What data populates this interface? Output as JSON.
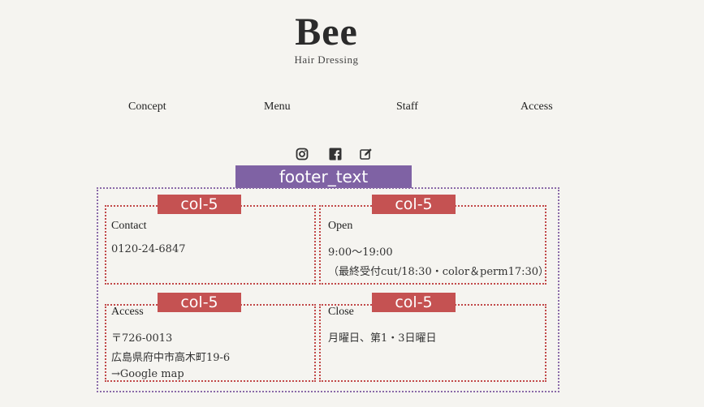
{
  "logo": {
    "title": "Bee",
    "subtitle": "Hair Dressing"
  },
  "nav": {
    "concept": "Concept",
    "menu": "Menu",
    "staff": "Staff",
    "access": "Access"
  },
  "social": {
    "icons": [
      "instagram-icon",
      "facebook-icon",
      "blog-icon"
    ]
  },
  "annotations": {
    "footer_text": "footer_text",
    "col": "col-5"
  },
  "footer": {
    "contact": {
      "title": "Contact",
      "phone": "0120-24-6847"
    },
    "open": {
      "title": "Open",
      "hours": "9:00～19:00",
      "note": "（最終受付cut/18:30・color＆perm17:30）"
    },
    "access": {
      "title": "Access",
      "postal": "〒726-0013",
      "address": "広島県府中市高木町19-6",
      "map_link": "→Google map"
    },
    "close": {
      "title": "Close",
      "days": "月曜日、第1・3日曜日"
    }
  },
  "colors": {
    "background": "#f5f4f0",
    "footer_label": "#7f62a4",
    "col_label": "#c55252",
    "outer_border": "#8a6aa8",
    "col_border": "#c14848"
  }
}
